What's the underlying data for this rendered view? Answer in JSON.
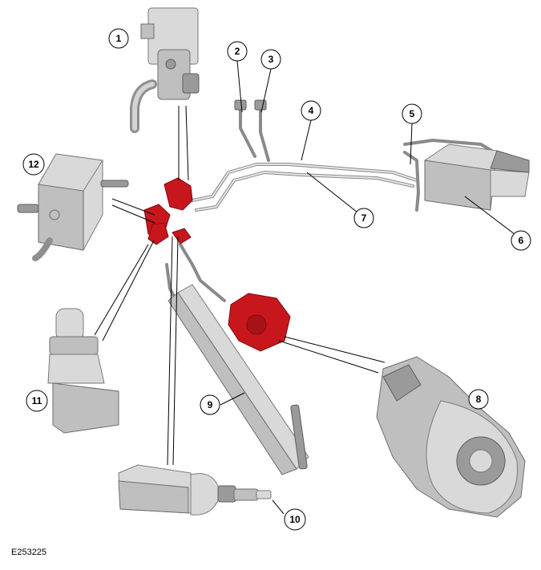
{
  "diagram": {
    "reference_code": "E253225",
    "callouts": [
      "1",
      "2",
      "3",
      "4",
      "5",
      "6",
      "7",
      "8",
      "9",
      "10",
      "11",
      "12"
    ],
    "colors": {
      "highlight": "#c8161d",
      "component": "#bfbfbf",
      "outline": "#6e6e6e"
    }
  }
}
